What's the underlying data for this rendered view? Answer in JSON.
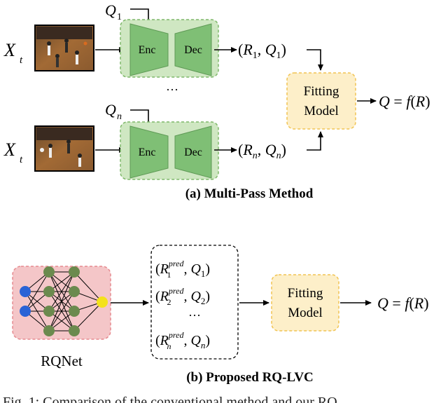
{
  "multipass": {
    "input_label": "X",
    "input_sub": "t",
    "q1": "Q",
    "q1_sub": "1",
    "qn": "Q",
    "qn_sub": "n",
    "enc": "Enc",
    "dec": "Dec",
    "out1": "(R1, Q1)",
    "outn": "(Rn, Qn)",
    "ellipsis": "···",
    "fitting_line1": "Fitting",
    "fitting_line2": "Model",
    "result": "Q = f(R)",
    "caption": "(a) Multi-Pass Method"
  },
  "proposed": {
    "rqnet_label": "RQNet",
    "pairs": [
      {
        "r": "R",
        "r_sup": "pred",
        "r_sub": "1",
        "q_sub": "1"
      },
      {
        "r": "R",
        "r_sup": "pred",
        "r_sub": "2",
        "q_sub": "2"
      },
      {
        "r": "R",
        "r_sup": "pred",
        "r_sub": "n",
        "q_sub": "n"
      }
    ],
    "ellipsis": "···",
    "fitting_line1": "Fitting",
    "fitting_line2": "Model",
    "result": "Q = f(R)",
    "caption": "(b) Proposed RQ-LVC"
  },
  "footer_text": "Fig. 1: Comparison of the conventional method and our RQ",
  "colors": {
    "green_fill": "#cfe7c2",
    "green_stroke": "#7fb86a",
    "trap_fill": "#7fbf75",
    "fit_fill": "#fdefc9",
    "fit_stroke": "#f1c453",
    "rq_fill": "#f4c6c8",
    "rq_stroke": "#e68a8f",
    "node_green": "#6b8a4e",
    "node_blue": "#2a63d6",
    "node_yellow": "#f4e21a"
  }
}
